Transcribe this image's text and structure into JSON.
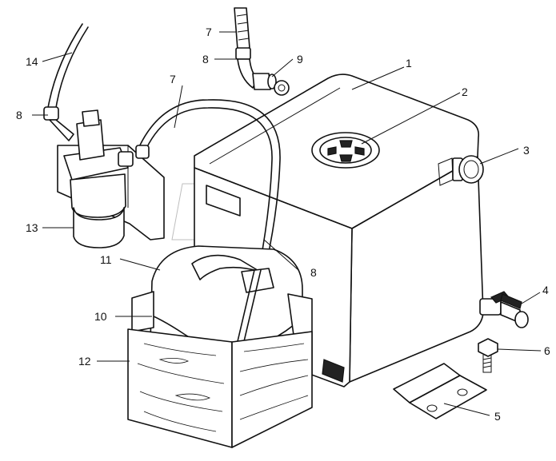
{
  "callouts": [
    {
      "id": "c1",
      "text": "1"
    },
    {
      "id": "c2",
      "text": "2"
    },
    {
      "id": "c3",
      "text": "3"
    },
    {
      "id": "c4",
      "text": "4"
    },
    {
      "id": "c5",
      "text": "5"
    },
    {
      "id": "c6",
      "text": "6"
    },
    {
      "id": "c7a",
      "text": "7"
    },
    {
      "id": "c7b",
      "text": "7"
    },
    {
      "id": "c8a",
      "text": "8"
    },
    {
      "id": "c8b",
      "text": "8"
    },
    {
      "id": "c8c",
      "text": "8"
    },
    {
      "id": "c9",
      "text": "9"
    },
    {
      "id": "c10",
      "text": "10"
    },
    {
      "id": "c11",
      "text": "11"
    },
    {
      "id": "c12",
      "text": "12"
    },
    {
      "id": "c13",
      "text": "13"
    },
    {
      "id": "c14",
      "text": "14"
    }
  ]
}
